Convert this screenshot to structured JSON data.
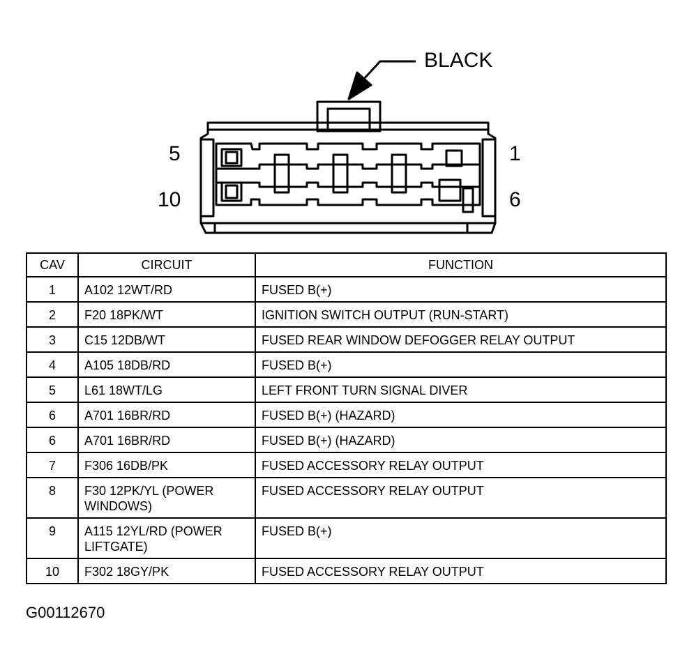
{
  "connector": {
    "color_label": "BLACK",
    "pin_labels": {
      "top_left": "5",
      "top_right": "1",
      "bottom_left": "10",
      "bottom_right": "6"
    }
  },
  "table": {
    "headers": {
      "cav": "CAV",
      "circuit": "CIRCUIT",
      "function": "FUNCTION"
    },
    "rows": [
      {
        "cav": "1",
        "circuit": "A102 12WT/RD",
        "function": "FUSED B(+)"
      },
      {
        "cav": "2",
        "circuit": "F20 18PK/WT",
        "function": "IGNITION SWITCH OUTPUT (RUN-START)"
      },
      {
        "cav": "3",
        "circuit": "C15 12DB/WT",
        "function": "FUSED REAR WINDOW DEFOGGER RELAY OUTPUT"
      },
      {
        "cav": "4",
        "circuit": "A105 18DB/RD",
        "function": "FUSED B(+)"
      },
      {
        "cav": "5",
        "circuit": "L61 18WT/LG",
        "function": "LEFT FRONT TURN SIGNAL DIVER"
      },
      {
        "cav": "6",
        "circuit": "A701 16BR/RD",
        "function": "FUSED B(+) (HAZARD)"
      },
      {
        "cav": "6",
        "circuit": "A701 16BR/RD",
        "function": "FUSED B(+) (HAZARD)"
      },
      {
        "cav": "7",
        "circuit": "F306 16DB/PK",
        "function": "FUSED ACCESSORY RELAY OUTPUT"
      },
      {
        "cav": "8",
        "circuit": "F30 12PK/YL (POWER WINDOWS)",
        "function": "FUSED ACCESSORY RELAY OUTPUT"
      },
      {
        "cav": "9",
        "circuit": "A115 12YL/RD (POWER LIFTGATE)",
        "function": "FUSED B(+)"
      },
      {
        "cav": "10",
        "circuit": "F302 18GY/PK",
        "function": "FUSED ACCESSORY RELAY OUTPUT"
      }
    ]
  },
  "figure_id": "G00112670"
}
